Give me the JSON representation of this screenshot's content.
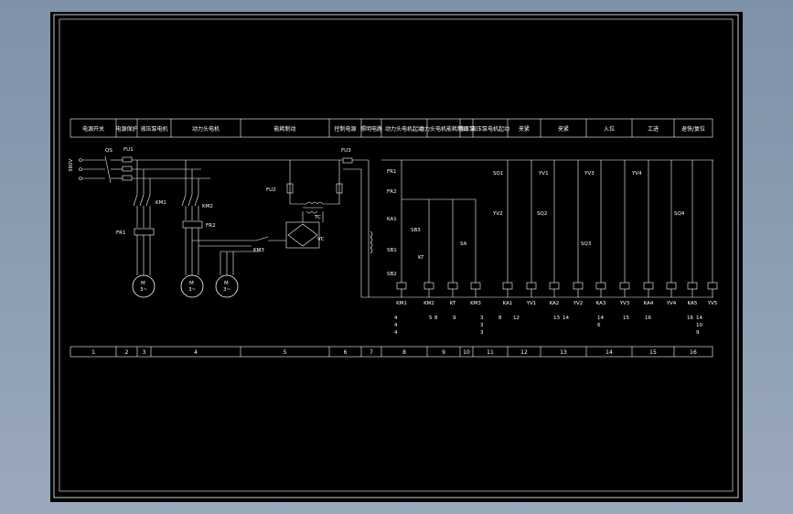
{
  "header_cells": [
    "电源开关",
    "电源保护",
    "液压泵电机",
    "动力头电机",
    "能耗制动",
    "控制电源",
    "照明电路",
    "动力头电机起动",
    "动力头电机能耗制动",
    "液压泵",
    "液压泵电机起动",
    "夹紧",
    "夹紧",
    "入位",
    "工进",
    "退快/复位"
  ],
  "bottom_cells": [
    "1",
    "2",
    "3",
    "4",
    "5",
    "6",
    "7",
    "8",
    "9",
    "10",
    "11",
    "12",
    "13",
    "14",
    "15",
    "16"
  ],
  "power_labels": {
    "source": "380V",
    "qs": "QS",
    "fu1": "FU1",
    "fu2": "FU2",
    "fr1": "FR1",
    "fr2": "FR2",
    "km1": "KM1",
    "km2": "KM2",
    "km3": "KM3",
    "tc": "TC",
    "vc": "VC",
    "m1": "M",
    "m1_sub": "3~",
    "m2": "M",
    "m2_sub": "3~",
    "m3": "M",
    "m3_sub": "3~"
  },
  "control_labels": {
    "fu3": "FU3",
    "fr1": "FR1",
    "fr2": "FR2",
    "ka1": "KA1",
    "sb1": "SB1",
    "sb2": "SB2",
    "sb3": "SB3",
    "kt": "KT",
    "sa": "SA",
    "sq1": "SQ1",
    "yv1": "YV1",
    "yv2": "YV2",
    "yv3": "YV3",
    "yv4": "YV4",
    "sq2": "SQ2",
    "sq3": "SQ3",
    "sq4": "SQ4"
  },
  "coil_labels": [
    "KM1",
    "KM2",
    "KT",
    "KM3",
    "KA1",
    "YV1",
    "KA2",
    "YV2",
    "KA3",
    "YV3",
    "KA4",
    "YV4",
    "KA5",
    "YV5"
  ],
  "contact_refs": [
    "4",
    "4",
    "4",
    "5",
    "8",
    "9",
    "3",
    "3",
    "3",
    "8",
    "12",
    "13",
    "14",
    "14",
    "6",
    "15",
    "16",
    "16",
    "14",
    "10",
    "9"
  ]
}
